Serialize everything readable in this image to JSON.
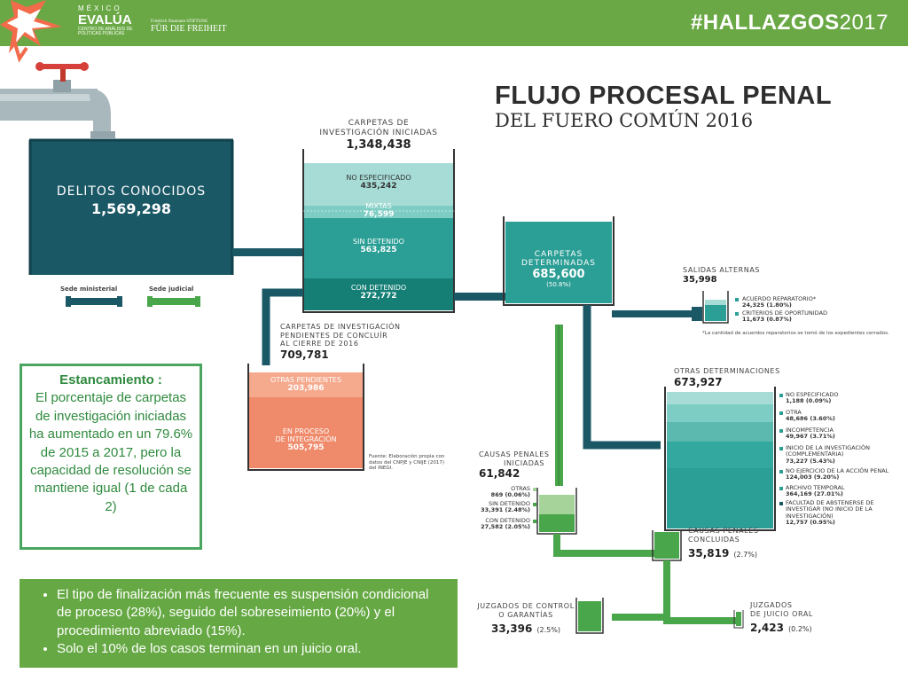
{
  "header": {
    "logo": {
      "line1": "MÉXICO",
      "line2": "EVALÚA",
      "line3": "CENTRO DE ANÁLISIS DE POLÍTICAS PÚBLICAS"
    },
    "partner": {
      "small": "Friedrich Naumann STIFTUNG",
      "main": "FÜR DIE FREIHEIT"
    },
    "hashtag": {
      "main": "#HALLAZGOS",
      "year": "2017"
    },
    "color": "#6aa845"
  },
  "title": "FLUJO PROCESAL PENAL",
  "subtitle": "DEL FUERO COMÚN 2016",
  "delitos": {
    "label": "DELITOS CONOCIDOS",
    "value": "1,569,298"
  },
  "legend": {
    "ministerial": "Sede ministerial",
    "judicial": "Sede judicial"
  },
  "carpetas_iniciadas": {
    "label1": "CARPETAS DE",
    "label2": "INVESTIGACIÓN INICIADAS",
    "value": "1,348,438",
    "segments": [
      {
        "label": "NO ESPECIFICADO",
        "value": "435,242"
      },
      {
        "label": "MIXTAS",
        "value": "76,599"
      },
      {
        "label": "SIN DETENIDO",
        "value": "563,825"
      },
      {
        "label": "CON DETENIDO",
        "value": "272,772"
      }
    ]
  },
  "pendientes": {
    "line1": "CARPETAS DE INVESTIGACIÓN",
    "line2": "PENDIENTES DE CONCLUÍR",
    "line3": "AL CIERRE DE 2016",
    "value": "709,781",
    "segments": [
      {
        "label": "OTRAS PENDIENTES",
        "value": "203,986"
      },
      {
        "label1": "EN PROCESO",
        "label2": "DE INTEGRACIÓN",
        "value": "505,795"
      }
    ]
  },
  "fuente": "Fuente: Elaboración propia con datos del CNPJE y CNIJE (2017) del INEGI.",
  "determinadas": {
    "label1": "CARPETAS",
    "label2": "DETERMINADAS",
    "value": "685,600",
    "pct": "(50.8%)"
  },
  "salidas": {
    "label": "SALIDAS ALTERNAS",
    "value": "35,998",
    "items": [
      {
        "label": "ACUERDO REPARATORIO*",
        "value": "24,325 (1.80%)"
      },
      {
        "label": "CRITERIOS DE OPORTUNIDAD",
        "value": "11,673 (0.87%)"
      }
    ],
    "note": "*La cantidad de acuerdos reparatorios se tomó de los expedientes cerrados."
  },
  "otras_det": {
    "label": "OTRAS DETERMINACIONES",
    "value": "673,927",
    "items": [
      {
        "label": "NO ESPECIFICADO",
        "value": "1,188 (0.09%)"
      },
      {
        "label": "OTRA",
        "value": "48,686 (3.60%)"
      },
      {
        "label": "INCOMPETENCIA",
        "value": "49,967 (3.71%)"
      },
      {
        "label": "INICIO DE LA INVESTIGACIÓN (COMPLEMENTARIA)",
        "value": "73,227 (5.43%)"
      },
      {
        "label": "NO EJERCICIO DE LA ACCIÓN PENAL",
        "value": "124,003 (9.20%)"
      },
      {
        "label": "ARCHIVO TEMPORAL",
        "value": "364,169 (27.01%)"
      },
      {
        "label": "FACULTAD DE ABSTENERSE DE INVESTIGAR (NO INICIO DE LA INVESTIGACIÓN)",
        "value": "12,757 (0.95%)"
      }
    ]
  },
  "causas_iniciadas": {
    "label1": "CAUSAS PENALES",
    "label2": "INICIADAS",
    "value": "61,842",
    "items": [
      {
        "label": "OTRAS",
        "value": "869 (0.06%)"
      },
      {
        "label": "SIN DETENIDO",
        "value": "33,391 (2.48%)"
      },
      {
        "label": "CON DETENIDO",
        "value": "27,582 (2.05%)"
      }
    ]
  },
  "causas_concluidas": {
    "label1": "CAUSAS PENALES",
    "label2": "CONCLUIDAS",
    "value": "35,819",
    "pct": "(2.7%)"
  },
  "juzgados_control": {
    "label1": "JUZGADOS DE CONTROL",
    "label2": "O GARANTÍAS",
    "value": "33,396",
    "pct": "(2.5%)"
  },
  "juzgados_oral": {
    "label1": "JUZGADOS",
    "label2": "DE JUICIO ORAL",
    "value": "2,423",
    "pct": "(0.2%)"
  },
  "note_box": {
    "title": "Estancamiento :",
    "body": "El porcentaje de carpetas de investigación iniciadas ha aumentado en un 79.6% de 2015 a 2017, pero la capacidad de resolución se mantiene igual (1 de cada 2)"
  },
  "bullets": [
    "El tipo de finalización más frecuente es suspensión condicional de proceso (28%), seguido del sobreseimiento (20%) y el procedimiento abreviado (15%).",
    "Solo el 10% de los casos terminan en un juicio oral."
  ],
  "colors": {
    "dark_teal": "#1b5866",
    "teal": "#2b9e95",
    "teal_mid": "#33a89e",
    "teal_light": "#7ecdc4",
    "teal_pale": "#a7dcd6",
    "teal_dark": "#157f75",
    "salmon": "#ef8a6a",
    "salmon_light": "#f5a98d",
    "green": "#4aa64b",
    "pipe_gray": "#a8b8bd"
  }
}
